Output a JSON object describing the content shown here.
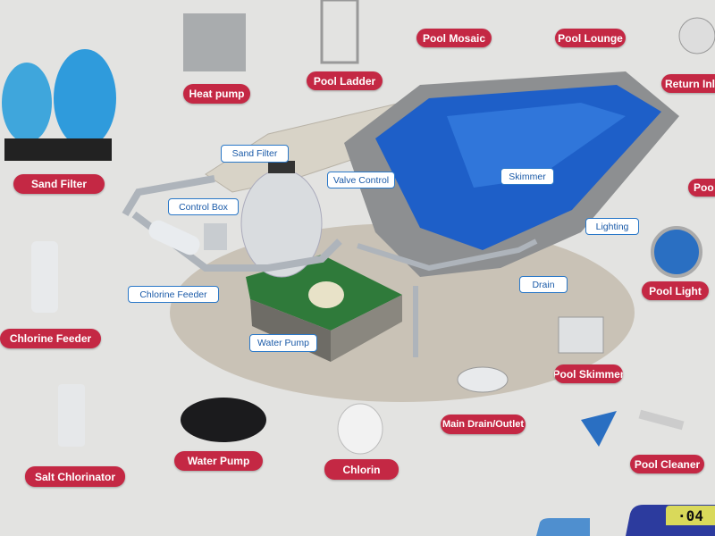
{
  "product_labels": {
    "heat_pump": "Heat pump",
    "pool_ladder": "Pool Ladder",
    "pool_mosaic": "Pool Mosaic",
    "pool_lounge": "Pool Lounge",
    "return_inlet": "Return Inlet",
    "sand_filter": "Sand Filter",
    "pool_cut": "Poo",
    "pool_light": "Pool Light",
    "chlorine_feeder": "Chlorine Feeder",
    "pool_skimmer": "Pool Skimmer",
    "main_drain": "Main Drain/Outlet",
    "salt_chlorinator": "Salt Chlorinator",
    "water_pump": "Water Pump",
    "chlorin": "Chlorin",
    "pool_cleaner": "Pool Cleaner"
  },
  "diagram_labels": {
    "sand_filter": "Sand Filter",
    "valve_control": "Valve Control",
    "control_box": "Control Box",
    "skimmer": "Skimmer",
    "lighting": "Lighting",
    "chlorine_feeder": "Chlorine Feeder",
    "drain": "Drain",
    "water_pump": "Water Pump"
  },
  "page_tag": "·04",
  "colors": {
    "label_red": "#c42844",
    "pool_blue": "#1e5fc8",
    "pipe_blue": "#2a78c8"
  }
}
